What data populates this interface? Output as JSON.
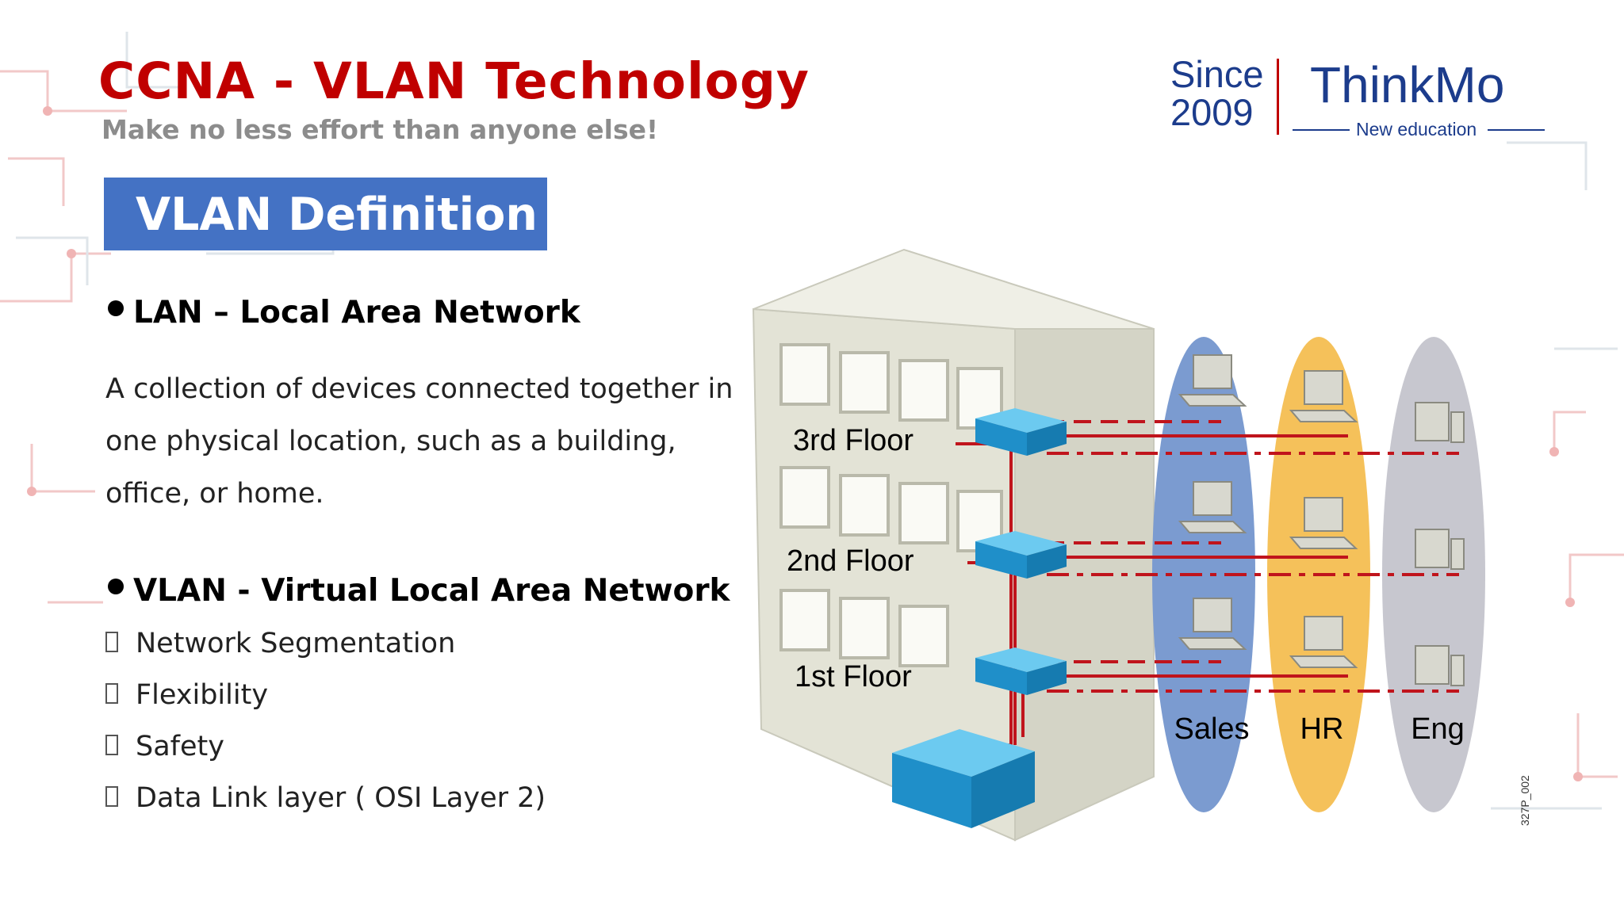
{
  "header": {
    "title": "CCNA - VLAN Technology",
    "subtitle": "Make no less effort than anyone else!"
  },
  "logo": {
    "since_line1": "Since",
    "since_line2": "2009",
    "brand": "ThinkMo",
    "tagline": "New education"
  },
  "section": {
    "heading": "VLAN Definition"
  },
  "lan": {
    "heading": "LAN – Local Area Network",
    "description": "A collection of devices connected together in one physical location, such as a building, office, or home."
  },
  "vlan": {
    "heading": "VLAN - Virtual Local Area Network",
    "items": [
      "Network Segmentation",
      "Flexibility",
      "Safety",
      "Data Link layer ( OSI Layer 2)"
    ]
  },
  "diagram": {
    "floors": [
      "3rd Floor",
      "2nd Floor",
      "1st Floor"
    ],
    "groups": [
      "Sales",
      "HR",
      "Eng"
    ],
    "figure_id": "327P_002",
    "colors": {
      "sales": "#7b9bd0",
      "hr": "#f5c15a",
      "eng": "#c7c7cf",
      "switch": "#2ea7e0",
      "link": "#c0141c",
      "building": "#e3e3d6"
    }
  }
}
